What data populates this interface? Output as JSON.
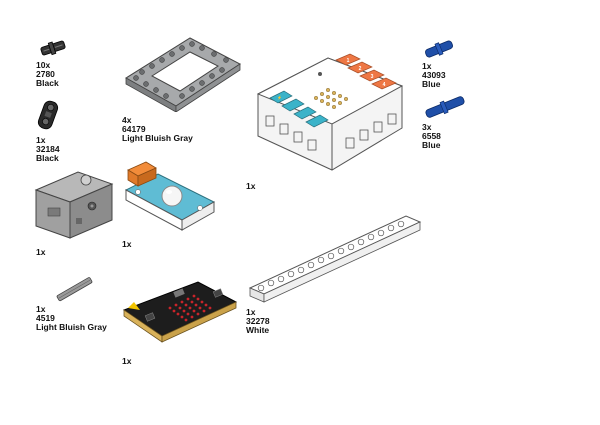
{
  "parts": [
    {
      "id": "pin-black-2780",
      "qty": "10x",
      "number": "2780",
      "color": "Black"
    },
    {
      "id": "pin-black-32184",
      "qty": "1x",
      "number": "32184",
      "color": "Black"
    },
    {
      "id": "frame-64179",
      "qty": "4x",
      "number": "64179",
      "color": "Light Bluish Gray"
    },
    {
      "id": "servo",
      "qty": "1x"
    },
    {
      "id": "led-module",
      "qty": "1x"
    },
    {
      "id": "breakout-board",
      "qty": "1x"
    },
    {
      "id": "pin-blue-43093",
      "qty": "1x",
      "number": "43093",
      "color": "Blue"
    },
    {
      "id": "pin-blue-6558",
      "qty": "3x",
      "number": "6558",
      "color": "Blue"
    },
    {
      "id": "axle-4519",
      "qty": "1x",
      "number": "4519",
      "color": "Light Bluish Gray"
    },
    {
      "id": "microbit",
      "qty": "1x"
    },
    {
      "id": "beam-32278",
      "qty": "1x",
      "number": "32278",
      "color": "White"
    }
  ],
  "board_port_numbers": [
    "1",
    "2",
    "3",
    "4"
  ],
  "colors": {
    "blue": "#1f4fa8",
    "gray": "#9a9a9a",
    "dark": "#222222",
    "teal": "#3bb3c9",
    "orange": "#ee7744",
    "white": "#ffffff"
  }
}
